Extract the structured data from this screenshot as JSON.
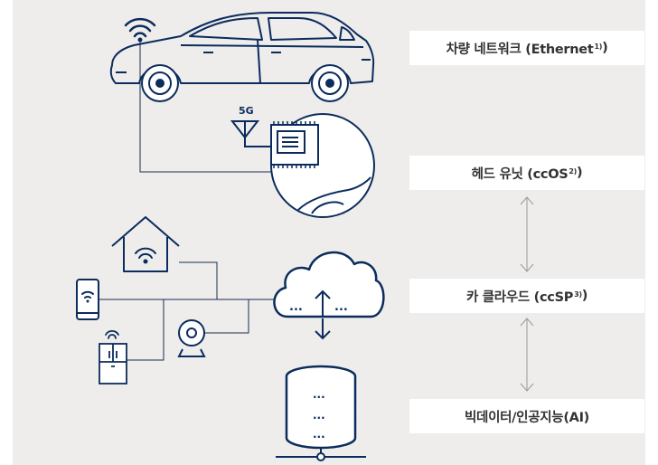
{
  "colors": {
    "navy": "#0b2c5c",
    "line": "#1a2d4f",
    "gray_line": "#999999",
    "panel_bg": "#eeedec",
    "box_bg": "#ffffff",
    "text": "#333333"
  },
  "labels": {
    "vehicle_network": {
      "main": "차량 네트워크 (Ethernet",
      "sup": "1)",
      "close": ")"
    },
    "head_unit": {
      "main": "헤드 유닛 (ccOS",
      "sup": "2)",
      "close": ")"
    },
    "car_cloud": {
      "main": "카 클라우드 (ccSP",
      "sup": "3)",
      "close": ")"
    },
    "big_data": {
      "main": "빅데이터/인공지능(AI)"
    }
  },
  "diagram": {
    "antenna_label": "5G",
    "cloud_dots_left": "...",
    "cloud_dots_right": "...",
    "db_dots": [
      "...",
      "...",
      "..."
    ],
    "icons": [
      "car-icon",
      "wifi-icon",
      "antenna-icon",
      "chip-icon",
      "magnifier-icon",
      "house-icon",
      "smartphone-icon",
      "camera-icon",
      "refrigerator-icon",
      "cloud-icon",
      "database-icon"
    ]
  }
}
